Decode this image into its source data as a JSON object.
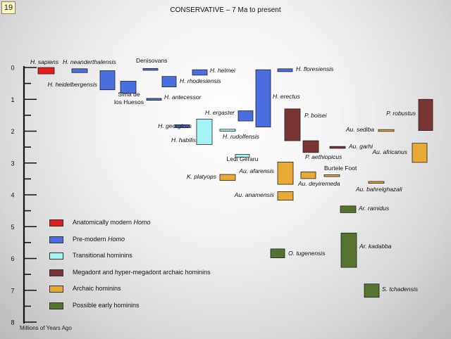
{
  "slide_number": "19",
  "chart_data": {
    "type": "range-bar",
    "title": "CONSERVATIVE – 7 Ma to present",
    "xlabel": "Millions of Years Ago",
    "ylim": [
      0,
      8
    ],
    "yticks": [
      "0",
      "1",
      "2",
      "3",
      "4",
      "5",
      "6",
      "7",
      "8"
    ],
    "y_inverted": true,
    "categories": [
      {
        "name": "Anatomically modern",
        "name_italic": "Homo",
        "color": "#e31b1b"
      },
      {
        "name": "Pre-modern",
        "name_italic": "Homo",
        "color": "#4a6fe0"
      },
      {
        "name": "Transitional hominins",
        "name_italic": "",
        "color": "#a6f3f3"
      },
      {
        "name": "Megadont and hyper-megadont archaic hominins",
        "name_italic": "",
        "color": "#7b3434"
      },
      {
        "name": "Archaic hominins",
        "name_italic": "",
        "color": "#e8a935"
      },
      {
        "name": "Possible early hominins",
        "name_italic": "",
        "color": "#55722e"
      }
    ],
    "species": [
      {
        "label": "H. sapiens",
        "italic": true,
        "cat": 0,
        "start": 0.0,
        "end": 0.2
      },
      {
        "label": "H. neanderthalensis",
        "italic": true,
        "cat": 1,
        "start": 0.04,
        "end": 0.16
      },
      {
        "label": "H. heidelbergensis",
        "italic": true,
        "cat": 1,
        "start": 0.1,
        "end": 0.7
      },
      {
        "label": "Sima de los Huesos",
        "italic": false,
        "cat": 1,
        "start": 0.43,
        "end": 0.81
      },
      {
        "label": "Denisovans",
        "italic": false,
        "cat": 1,
        "start": 0.03,
        "end": 0.06
      },
      {
        "label": "H. antecessor",
        "italic": true,
        "cat": 1,
        "start": 0.97,
        "end": 1.03
      },
      {
        "label": "H. rhodesiensis",
        "italic": true,
        "cat": 1,
        "start": 0.28,
        "end": 0.61
      },
      {
        "label": "H. helmei",
        "italic": true,
        "cat": 1,
        "start": 0.07,
        "end": 0.24
      },
      {
        "label": "H. floresiensis",
        "italic": true,
        "cat": 1,
        "start": 0.04,
        "end": 0.13
      },
      {
        "label": "H. erectus",
        "italic": true,
        "cat": 1,
        "start": 0.07,
        "end": 1.87
      },
      {
        "label": "H. ergaster",
        "italic": true,
        "cat": 1,
        "start": 1.36,
        "end": 1.68
      },
      {
        "label": "H. georgicus",
        "italic": true,
        "cat": 1,
        "start": 1.8,
        "end": 1.89
      },
      {
        "label": "H. rudolfensis",
        "italic": true,
        "cat": 2,
        "start": 1.94,
        "end": 2.0
      },
      {
        "label": "H. habilis",
        "italic": true,
        "cat": 2,
        "start": 1.62,
        "end": 2.42
      },
      {
        "label": "Ledi Geraru",
        "italic": false,
        "cat": 2,
        "start": 2.73,
        "end": 2.82
      },
      {
        "label": "P. boisei",
        "italic": true,
        "cat": 3,
        "start": 1.3,
        "end": 2.3
      },
      {
        "label": "P. aethiopicus",
        "italic": true,
        "cat": 3,
        "start": 2.3,
        "end": 2.67
      },
      {
        "label": "Au. garhi",
        "italic": true,
        "cat": 3,
        "start": 2.48,
        "end": 2.54
      },
      {
        "label": "P. robustus",
        "italic": true,
        "cat": 3,
        "start": 1.0,
        "end": 1.98
      },
      {
        "label": "Au. sediba",
        "italic": true,
        "cat": 4,
        "start": 1.95,
        "end": 2.0
      },
      {
        "label": "Au. africanus",
        "italic": true,
        "cat": 4,
        "start": 2.38,
        "end": 2.98
      },
      {
        "label": "Au. afarensis",
        "italic": true,
        "cat": 4,
        "start": 2.97,
        "end": 3.67
      },
      {
        "label": "K. platyops",
        "italic": true,
        "cat": 4,
        "start": 3.36,
        "end": 3.55
      },
      {
        "label": "Au. deyiremeda",
        "italic": true,
        "cat": 4,
        "start": 3.28,
        "end": 3.49
      },
      {
        "label": "Burtele Foot",
        "italic": false,
        "cat": 4,
        "start": 3.37,
        "end": 3.42
      },
      {
        "label": "Au. bahrelghazali",
        "italic": true,
        "cat": 4,
        "start": 3.58,
        "end": 3.62
      },
      {
        "label": "Au. anamensis",
        "italic": true,
        "cat": 4,
        "start": 3.9,
        "end": 4.17
      },
      {
        "label": "Ar. ramidus",
        "italic": true,
        "cat": 5,
        "start": 4.35,
        "end": 4.56
      },
      {
        "label": "O. tugenensis",
        "italic": true,
        "cat": 5,
        "start": 5.7,
        "end": 5.98
      },
      {
        "label": "Ar. kadabba",
        "italic": true,
        "cat": 5,
        "start": 5.2,
        "end": 6.28
      },
      {
        "label": "S. tchadensis",
        "italic": true,
        "cat": 5,
        "start": 6.8,
        "end": 7.22
      }
    ]
  }
}
